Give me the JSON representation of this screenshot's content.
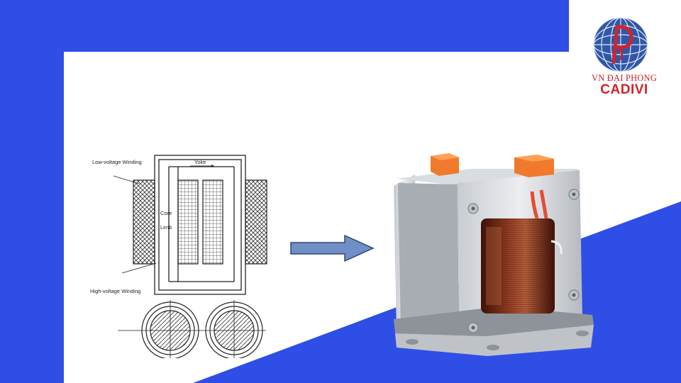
{
  "colors": {
    "blue": "#2f4ee6",
    "white": "#ffffff",
    "logo_red": "#d2232a"
  },
  "logo": {
    "top_text": "VN ĐẠI PHONG",
    "bottom_text": "CADIVI",
    "icon": "globe-logo-icon"
  },
  "diagram": {
    "low_voltage": "Low-voltage Winding",
    "yoke": "Yoke",
    "core": "Core",
    "limb": "Limb",
    "high_voltage": "High-voltage Winding"
  },
  "arrow_icon": "right-arrow-icon",
  "photo_subject": "transformer-photo"
}
